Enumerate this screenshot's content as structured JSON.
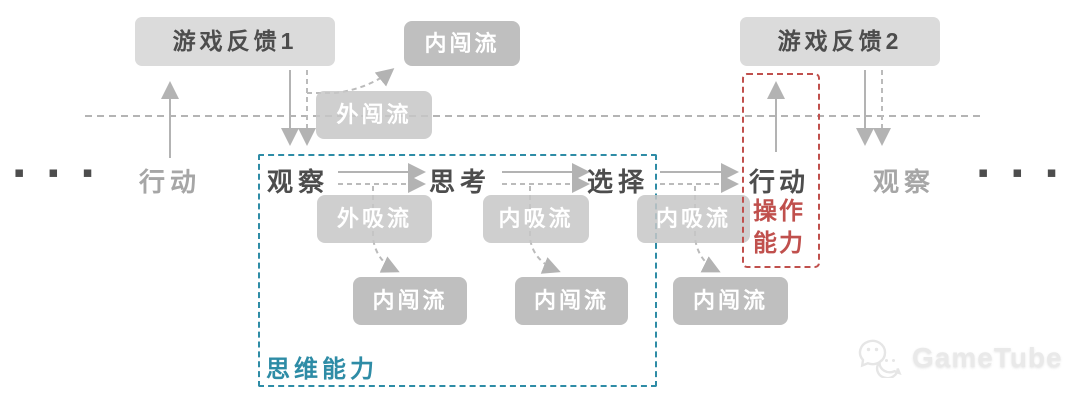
{
  "diagram": {
    "feedback1": "游戏反馈1",
    "feedback2": "游戏反馈2",
    "inner_flow_top": "内闯流",
    "outer_flow": "外闯流",
    "outer_absorb": "外吸流",
    "inner_absorb_1": "内吸流",
    "inner_absorb_2": "内吸流",
    "inner_flow_1": "内闯流",
    "inner_flow_2": "内闯流",
    "inner_flow_3": "内闯流",
    "stages": {
      "action_left": "行动",
      "observe_left": "观察",
      "think": "思考",
      "choose": "选择",
      "action_right": "行动",
      "observe_right": "观察"
    },
    "regions": {
      "thinking_ability": "思维能力",
      "operation_ability": "操作能力"
    },
    "ellipsis_left": "▪▪▪",
    "ellipsis_right": "▪▪▪",
    "colors": {
      "teal_accent": "#2e8ca6",
      "red_accent": "#c0504d",
      "feedback_box_gray": "#dbdbdb",
      "flow_box_gray": "#c3c3c3",
      "dark_text": "#4d4d4d",
      "muted_text": "#a6a6a6",
      "arrow_gray": "#b3b3b3"
    },
    "watermark": {
      "brand": "GameTube",
      "icon": "wechat-chat-bubbles"
    }
  }
}
